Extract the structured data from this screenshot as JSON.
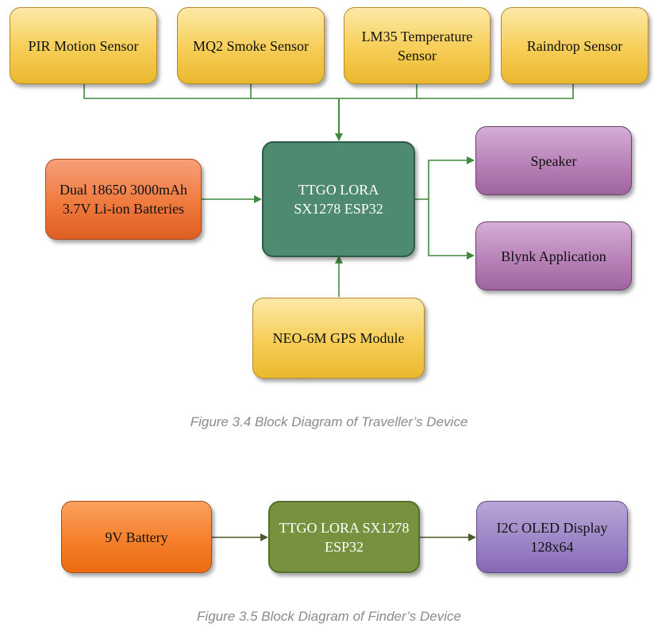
{
  "diagram1": {
    "sensors": {
      "pir": "PIR Motion Sensor",
      "mq2": "MQ2 Smoke Sensor",
      "lm35_line1": "LM35 Temperature",
      "lm35_line2": "Sensor",
      "raindrop": "Raindrop Sensor"
    },
    "battery": {
      "line1": "Dual 18650 3000mAh",
      "line2": "3.7V Li-ion Batteries"
    },
    "controller": {
      "line1": "TTGO LORA",
      "line2": "SX1278 ESP32"
    },
    "speaker": "Speaker",
    "blynk": "Blynk Application",
    "gps": "NEO-6M GPS Module",
    "caption": "Figure 3.4 Block Diagram of Traveller’s Device"
  },
  "diagram2": {
    "battery": "9V Battery",
    "controller": {
      "line1": "TTGO LORA SX1278",
      "line2": "ESP32"
    },
    "display": {
      "line1": "I2C OLED Display",
      "line2": "128x64"
    },
    "caption": "Figure 3.5 Block Diagram of Finder’s Device"
  },
  "colors": {
    "connector": "#3f8a3f",
    "connector2": "#4a5a2a"
  }
}
